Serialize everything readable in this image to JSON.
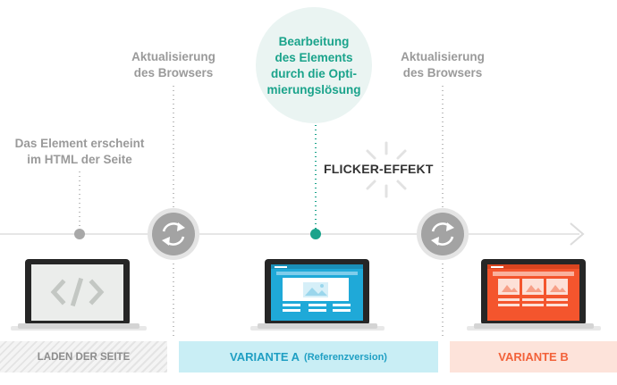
{
  "labels": {
    "element_appears": [
      "Das Element erscheint",
      "im HTML der Seite"
    ],
    "refresh_1": [
      "Aktualisierung",
      "des Browsers"
    ],
    "editing": [
      "Bearbeitung",
      "des Elements",
      "durch die Opti-",
      "mierungslösung"
    ],
    "refresh_2": [
      "Aktualisierung",
      "des Browsers"
    ],
    "flicker": "FLICKER-EFFEKT"
  },
  "bands": {
    "load": "LADEN DER SEITE",
    "variant_a": "VARIANTE A",
    "variant_a_sub": "(Referenzversion)",
    "variant_b": "VARIANTE B"
  },
  "icons": {
    "code": "code-icon",
    "refresh": "refresh-icon",
    "image": "image-placeholder-icon",
    "arrow": "chevron-right-icon"
  },
  "colors": {
    "grey": "#9a9a9a",
    "teal": "#1aa38b",
    "blue_screen": "#1fa9d8",
    "orange_screen": "#f4552d",
    "band_a": "#c9eef5",
    "band_b": "#fde3da"
  }
}
